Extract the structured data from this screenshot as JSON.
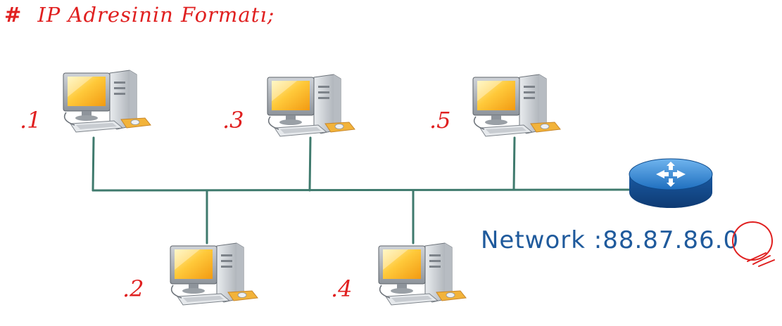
{
  "title": {
    "hash": "#",
    "text": "IP Adresinin Formatı;"
  },
  "hosts": [
    {
      "label": ".1"
    },
    {
      "label": ".3"
    },
    {
      "label": ".5"
    },
    {
      "label": ".2"
    },
    {
      "label": ".4"
    }
  ],
  "network": {
    "prefix": "Network :88.87.86",
    "host_part": ".0"
  },
  "colors": {
    "title": "#e02020",
    "network_text": "#1f5a9c",
    "wire": "#3f7a6d",
    "annotation": "#e02020"
  }
}
